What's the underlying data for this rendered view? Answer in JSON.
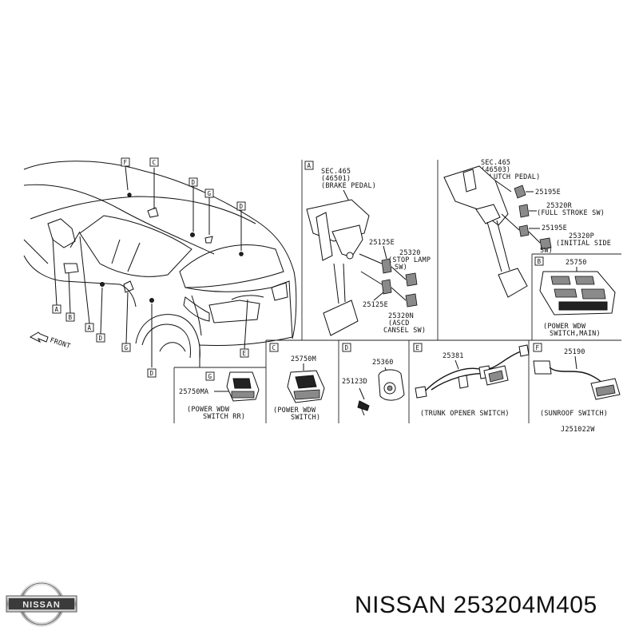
{
  "callouts": {
    "A": "A",
    "B": "B",
    "C": "C",
    "D": "D",
    "E": "E",
    "F": "F",
    "G": "G"
  },
  "front_label": "FRONT",
  "panel_a": {
    "sec": "SEC.465",
    "sec_code": "(46501)",
    "sec_name": "(BRAKE PEDAL)",
    "p1": "25125E",
    "p2": "25320",
    "p2_desc1": "(STOP LAMP",
    "p2_desc2": "SW)",
    "p3": "25125E",
    "p4": "25320N",
    "p4_desc1": "(ASCD",
    "p4_desc2": "CANSEL SW)"
  },
  "panel_clutch": {
    "sec": "SEC.465",
    "sec_code": "(46503)",
    "sec_name": "(CLUTCH PEDAL)",
    "p1": "25195E",
    "p2": "25320R",
    "p2_desc": "(FULL STROKE SW)",
    "p3": "25195E",
    "p4": "25320P",
    "p4_desc1": "(INITIAL SIDE",
    "p4_desc2": "SW)"
  },
  "panel_b": {
    "part": "25750",
    "desc1": "(POWER WDW",
    "desc2": "SWITCH,MAIN)"
  },
  "panel_g": {
    "part": "25750MA",
    "desc1": "(POWER WDW",
    "desc2": "SWITCH RR)"
  },
  "panel_c": {
    "part": "25750M",
    "desc1": "(POWER WDW",
    "desc2": "SWITCH)"
  },
  "panel_d": {
    "part1": "25360",
    "part2": "25123D"
  },
  "panel_e": {
    "part": "25381",
    "desc": "(TRUNK OPENER SWITCH)"
  },
  "panel_f": {
    "part": "25190",
    "desc": "(SUNROOF SWITCH)"
  },
  "drawing_code": "J251022W",
  "brand": {
    "logo_text": "NISSAN",
    "part_line": "NISSAN 253204M405"
  }
}
